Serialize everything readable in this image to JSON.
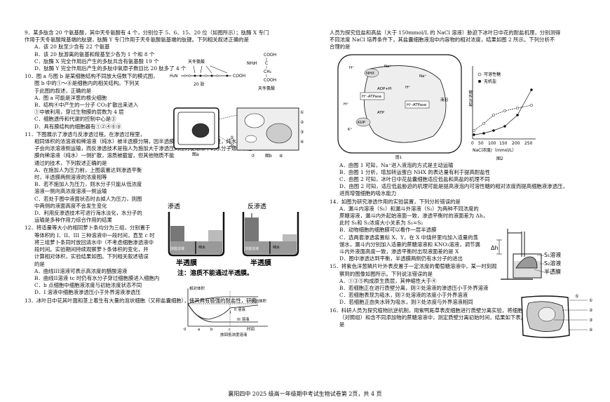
{
  "footer": "襄阳四中 2025 级高一年级期中考试生物试卷第 2页，共 4 页",
  "q9": {
    "stem": [
      "9．某多肽含 20 个氨基酸，其中天冬氨酸有 4 个，分别位于 5、6、15、20 位（如图所示）；肽酶 X 专门",
      "作用于天冬氨酸羧基端的肽键，肽酶 Y 专门作用于天冬氨酸氨基端的肽键。下列相关叙述正确的是"
    ],
    "options": [
      "A．该 20 肽至少含有 22 个氨基",
      "B．该 20 肽游离的氨基和羧基至少各为 1 个和 8 个",
      "C．肽酶 X 完全作用后产生的多肽共含有氨基酸 19 个",
      "D．肽酶 Y 完全作用后产生的多肽中氧原子数目比 20 肽多了 4 个"
    ],
    "fig_label_top": "天冬氨酸",
    "fig_label_bottom": "20 肽",
    "fig_left": "H₂N",
    "fig_right": "COOH",
    "fig_side": "天冬氨酸",
    "fig_cooh": "COOH",
    "fig_h": "H",
    "fig_c": "C",
    "fig_ch2": "CH₂",
    "fig_nh2": "NH₂",
    "fig_cooh2": "COOH"
  },
  "q10": {
    "stem": [
      "10．图 a 与图 b 是某细胞结构不同放大倍数下的模式图，",
      "图 b 中的①～⑧是细胞内的相关结构。下列关",
      "于此图的叙述，正确的是"
    ],
    "options": [
      "A．图 a 可能是洋葱的根尖细胞",
      "B．结构④中产生的一分子 CO₂扩散出来进入",
      "①中被利用，穿过生物膜的层数为 4 层",
      "C．细胞遗传和代谢的控制中心是③",
      "D．具有膜结构的细胞器有①②④⑥⑧"
    ],
    "fig_a": "图a",
    "fig_b": "图b",
    "nums": [
      "①",
      "②",
      "③",
      "④",
      "⑤",
      "⑥",
      "⑦",
      "⑧"
    ]
  },
  "q11": {
    "stem": [
      "11．下图展示了渗透与反渗透过程。在渗透过程里，",
      "相同体积的浓溶液和稀溶液（纯水）被半透膜分隔，因半透膜允许溶剂（水）通过，纯水侧的水分",
      "子会向浓溶液侧运输，而反渗透技术是指人为施加大于渗透压的压力使溶液中的水分子通过半透",
      "膜向稀溶液（纯水）一侧扩散，溶质被截留，但其他物质不能",
      "通过的技术，下列叙述正确的是"
    ],
    "options": [
      "A．在施加人为压力前，上图装置达到渗透平衡",
      "时，半透膜两侧溶液的浓度相等",
      "B．若不施加人为压力，则水分子只能从低浓度",
      "溶液一侧向高浓度溶液一侧运输",
      "C．若处于图中液面状态时去掉人为压力，则图",
      "中两侧的液面高度不会发生变化",
      "D．利用反渗透技术可进行海水淡化，水分子的",
      "运输是多种作用力综合作用的结果"
    ],
    "fig_l_title": "渗透",
    "fig_r_title": "反渗透",
    "fig_l_salt": "浓盐溶液",
    "fig_r_salt": "浓盐溶液",
    "fig_water": "纯水",
    "fig_water2": "纯水",
    "fig_mem": "半透膜",
    "fig_mem2": "半透膜",
    "fig_note": "注：溶质不能通过半透膜。"
  },
  "q12": {
    "stem": [
      "12．将适量等大小的相同萝卜条均分为三组，分别置于",
      "等体积的 I、II、III 三种溶液中一段时间，直至 c 时",
      "将三组萝卜条同时放回清水中（不考虑细胞渗透液中",
      "段时间。实验期间持续观察萝卜条体积的变化，并",
      "计算相对体积，实验结果如图。下列相关叙述错误",
      "的是"
    ],
    "options": [
      "A．曲线III溶液可表示高浓度的醋酸溶液",
      "B．曲线II溶液 tc 时仍有水分子穿过细胞膜进入细胞内",
      "C．b 点细胞中细胞液浓度与初始浓度状态不同",
      "D．I 溶液中细胞液渗透压小于外界溶液渗透压"
    ],
    "fig_ylabel": "相对体积",
    "fig_init": "初始体积",
    "fig_I": "I",
    "fig_II": "II 溶液",
    "fig_III": "III 溶液",
    "fig_a": "a",
    "fig_b": "b",
    "fig_c": "c",
    "fig_time": "时间",
    "fig_back": "放回低浓度溶液",
    "fig_O": "0"
  },
  "q13": {
    "stem": [
      "13．冰叶日中花其叶面和茎上着生有大量的泡状细胞（又称盐囊细胞），使其具有极强的耐盐性，研究"
    ]
  },
  "q13r": {
    "cont": [
      "人员为探究低盐和高盐（大于 150mmol/L 的 NaCl 溶液）胁迫下冰叶日中花的耐盐机理，分别测得",
      "不同浓度 NaCl 培养条件下，其盐囊细胞液泡中内容物的相对浓度，结果如图 2 所示。下列分析不",
      "合理的是"
    ],
    "options": [
      "A．由图 1 可知，Na⁺进入液泡的方式是主动运输",
      "B．由图 1 分析，增加转运蛋白 NHX 的表达量有利于提高耐盐性",
      "C．由图 2 可知，冰叶日中花盐囊细胞适应低盐和高盐的机理不同",
      "D．由图 2 可知，适应低盐胁迫的机理可能是提高液泡内可溶性糖的相对浓度而提高细胞液渗透压，",
      "进而增强细胞的吸水能力"
    ],
    "fig1_label": "图1",
    "fig2_label": "图2",
    "fig1_parts": [
      "NHX",
      "H⁺",
      "Na⁺",
      "H⁺-ATPase",
      "ADP+Pi",
      "ATP",
      "H⁺-ATPase",
      "KUP",
      "K⁺",
      "液泡",
      "Na⁺",
      "H⁺",
      "H⁺"
    ],
    "fig2_legend1": "可溶性糖",
    "fig2_legend2": "无机盐",
    "fig2_ylabel": "相对浓度",
    "fig2_xlabel": "NaCl浓度/（mmol/L）",
    "fig2_ticks": [
      "0",
      "50",
      "100",
      "150",
      "200",
      "250"
    ]
  },
  "q14": {
    "stem": [
      "14．如图为研究渗透作用的实验装置，下列分析错误的是"
    ],
    "options": [
      "A．漏斗内溶液（S₁）和漏斗外溶液（S₂）为两种不同浓度的",
      "蔗糖溶液，漏斗内外起始液面一致，渗透平衡时的液面差为 Δh，",
      "此时 S₁和 S₂浓度大小关系为 S₁=S₂",
      "B．动物细胞的细胞膜可以看作一层半透膜",
      "C．选两套渗透装置标 X、Y，在 X 中烧杯里均加入适量的蒸",
      "馏水，漏斗内分别加入适量的蔗糖溶液和 KNO₃溶液，调节漏",
      "斗内外液面高度一致，渗透平衡时出现液面差的是 X",
      "D．图中渗透达到平衡，半透膜两侧仍有水分子的进出"
    ],
    "fig_dh": "Δh",
    "fig_s1": "S₁溶液",
    "fig_s2": "S₂溶液",
    "fig_mem": "半透膜"
  },
  "q15": {
    "stem": [
      "15．将紫色洋葱鳞片叶外表皮置于一定浓度的葡萄糖溶液中，某一时刻观",
      "察到的图像如图所示。下列说法错误的是"
    ],
    "options": [
      "A．①③⑤构成原生质层，其伸缩性大于④",
      "B．若细胞正在进行质壁分离，则②处溶液的渗透压小于外界溶液",
      "C．若细胞表现为吸水，则②处溶液的浓度小于外界溶液",
      "D．若细胞正由失水转为吸水，则②处浓度与外界溶液相同"
    ],
    "nums": [
      "①",
      "②",
      "③",
      "④",
      "⑤"
    ]
  },
  "q16": {
    "stem": [
      "16．科研人员为探究植物抗逆机制，用紫鸭跖草表皮细胞进行质壁分离实验，将细胞分别置于蔗糖溶液",
      "（对照组）和含不同添加物的蔗糖溶液中，测定质壁分离初始时间，结果如下表。下列叙述正确的",
      "是"
    ]
  }
}
